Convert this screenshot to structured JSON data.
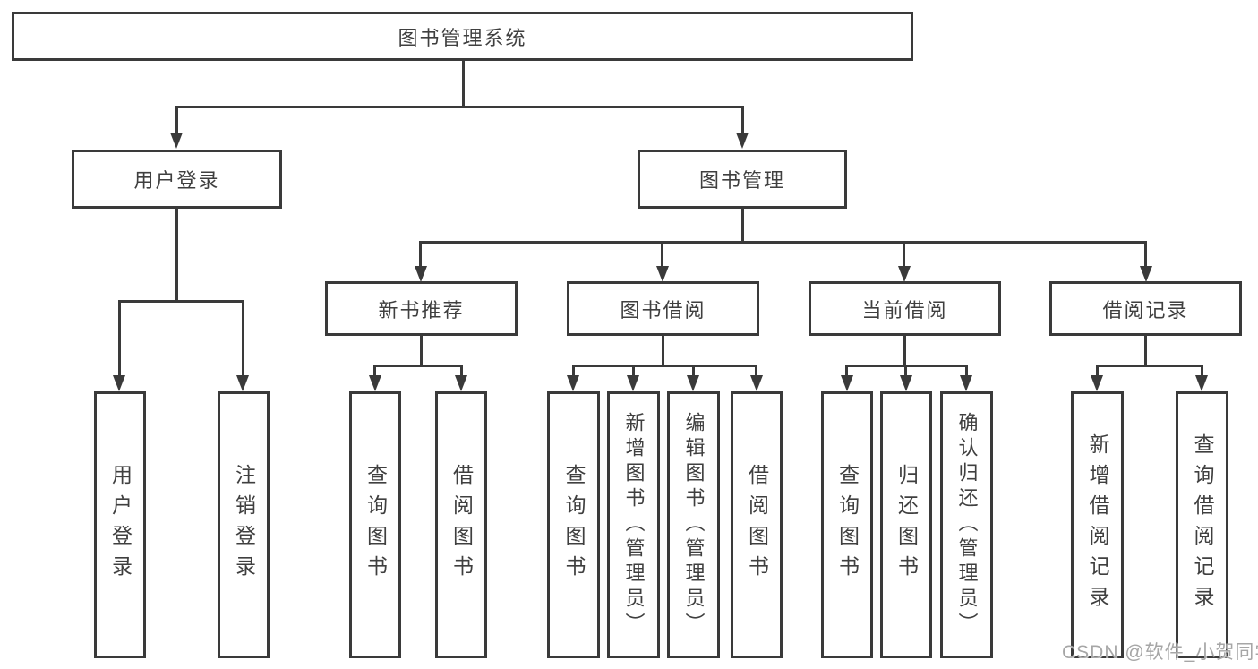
{
  "tree": {
    "label": "图书管理系统",
    "children": [
      {
        "label": "用户登录",
        "children": [
          {
            "label": "用户登录"
          },
          {
            "label": "注销登录"
          }
        ]
      },
      {
        "label": "图书管理",
        "children": [
          {
            "label": "新书推荐",
            "children": [
              {
                "label": "查询图书"
              },
              {
                "label": "借阅图书"
              }
            ]
          },
          {
            "label": "图书借阅",
            "children": [
              {
                "label": "查询图书"
              },
              {
                "label": "新增图书（管理员）"
              },
              {
                "label": "编辑图书（管理员）"
              },
              {
                "label": "借阅图书"
              }
            ]
          },
          {
            "label": "当前借阅",
            "children": [
              {
                "label": "查询图书"
              },
              {
                "label": "归还图书"
              },
              {
                "label": "确认归还（管理员）"
              }
            ]
          },
          {
            "label": "借阅记录",
            "children": [
              {
                "label": "新增借阅记录"
              },
              {
                "label": "查询借阅记录"
              }
            ]
          }
        ]
      }
    ]
  },
  "watermark": {
    "text": "CSDN @软件_小贺同学"
  },
  "colors": {
    "line": "#3a3a3a",
    "text": "#3f3f3f",
    "watermark": "#a6a6a6",
    "background": "#ffffff"
  }
}
